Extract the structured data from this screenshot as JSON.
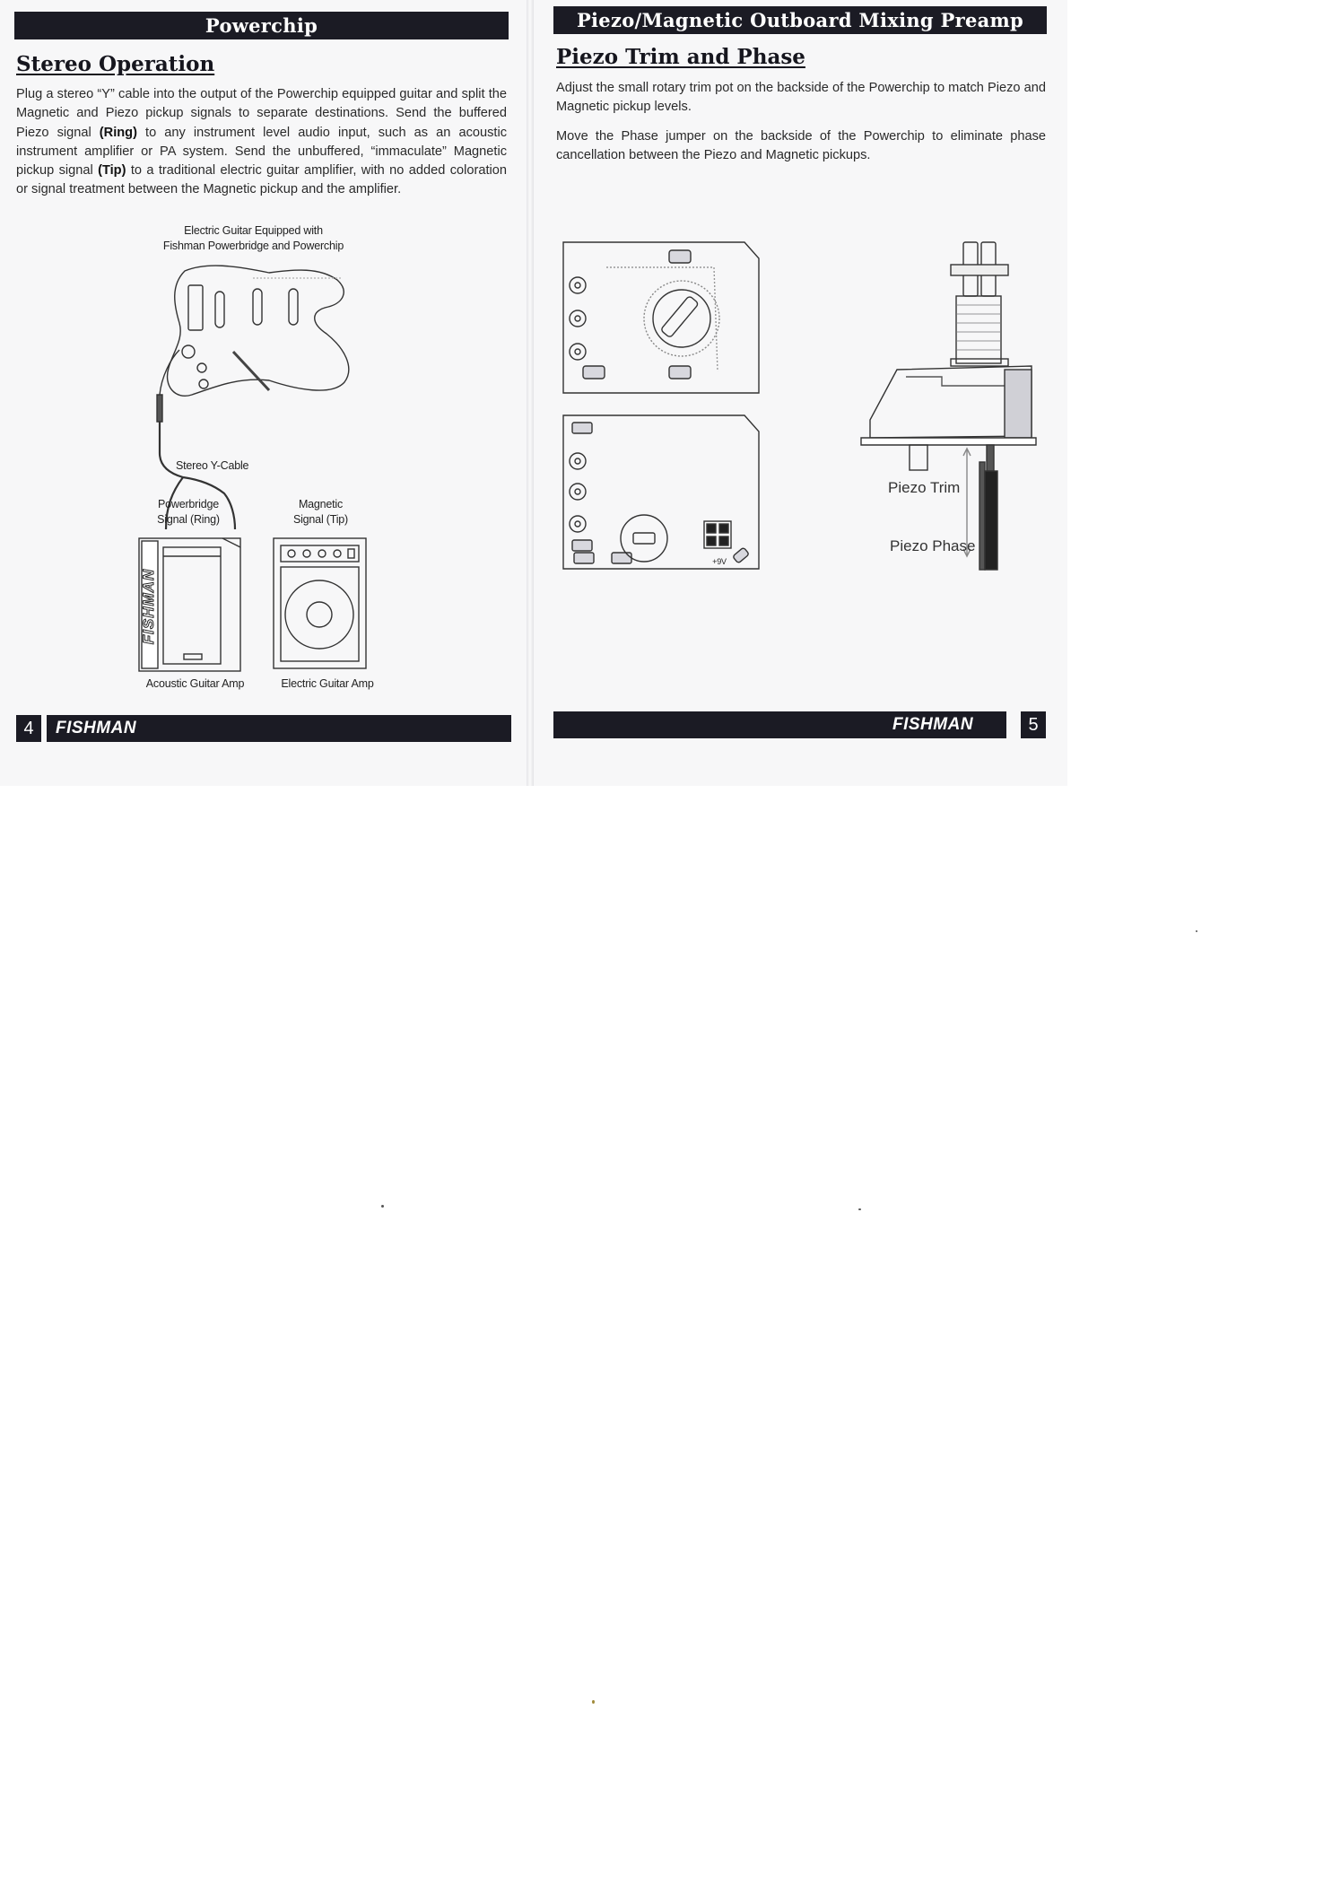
{
  "left_page": {
    "header": "Powerchip",
    "section_title": "Stereo Operation",
    "paragraph_parts": [
      "Plug a stereo “Y” cable into the output of the Powerchip  equipped guitar and split the Magnetic and Piezo pickup signals to separate destinations.  Send the buffered Piezo signal ",
      "(Ring)",
      " to any instrument level audio input, such as an acoustic instrument amplifier or PA system.  Send the  unbuffered, “immaculate” Magnetic pickup signal ",
      "(Tip)",
      " to a traditional electric guitar amplifier, with no added coloration or signal treatment between the Magnetic pickup and the amplifier."
    ],
    "figure": {
      "caption_line1": "Electric Guitar Equipped with",
      "caption_line2": "Fishman Powerbridge and Powerchip",
      "cable_label": "Stereo Y-Cable",
      "powerbridge_line1": "Powerbridge",
      "powerbridge_line2": "Signal (Ring)",
      "magnetic_line1": "Magnetic",
      "magnetic_line2": "Signal (Tip)",
      "amp_brand": "FISHMAN",
      "acoustic_amp_label": "Acoustic Guitar Amp",
      "electric_amp_label": "Electric Guitar Amp"
    },
    "footer": {
      "page_number": "4",
      "logo": "FISHMAN"
    }
  },
  "right_page": {
    "header": "Piezo/Magnetic Outboard Mixing Preamp",
    "section_title": "Piezo Trim and Phase",
    "paragraph1": "Adjust the small rotary trim pot on the backside of the Powerchip to match Piezo and Magnetic pickup levels.",
    "paragraph2": "Move the Phase jumper on the backside of the Powerchip to eliminate phase cancellation between the Piezo and Magnetic pickups.",
    "figure": {
      "board_voltage": "+9V",
      "trim_label": "Piezo Trim",
      "phase_label": "Piezo Phase"
    },
    "footer": {
      "page_number": "5",
      "logo": "FISHMAN"
    }
  }
}
